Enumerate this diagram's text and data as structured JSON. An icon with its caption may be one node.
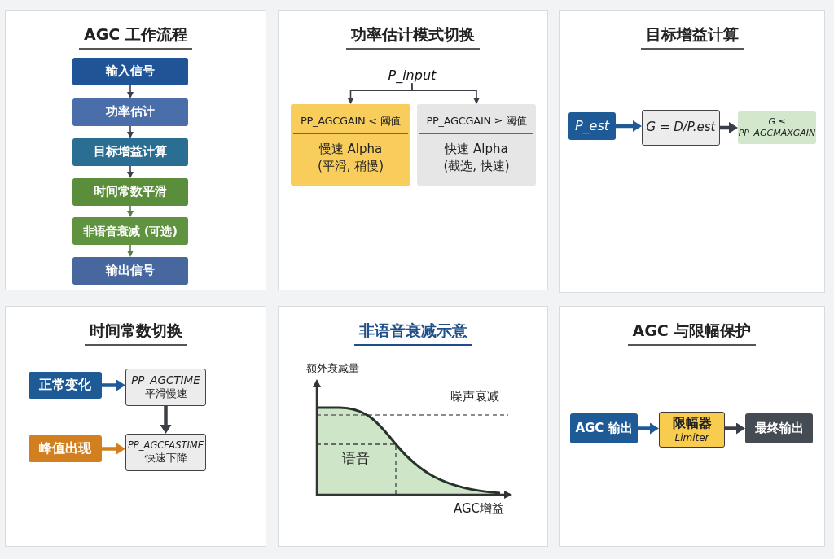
{
  "diagram": {
    "nodes": [
      {
        "text": [
          "AGC 工作流程"
        ]
      },
      {
        "text": [
          "输入信号"
        ],
        "in": 0
      },
      {
        "text": [
          "功率估计"
        ],
        "in": 0
      },
      {
        "text": [
          "目标增益计算"
        ],
        "in": 0
      },
      {
        "text": [
          "时间常数平滑"
        ],
        "in": 0
      },
      {
        "text": [
          "非语音衰减 (可选)"
        ],
        "in": 0
      },
      {
        "text": [
          "输出信号"
        ],
        "in": 0
      },
      {
        "text": [
          "功率估计模式切换"
        ]
      },
      {
        "text": [
          "P_input"
        ],
        "in": 7
      },
      {
        "text": [
          "PP_AGCGAIN < 阈值",
          "慢速 Alpha (平滑, 稍慢)"
        ],
        "in": 7
      },
      {
        "text": [
          "PP_AGCGAIN ≥ 阈值",
          "快速 Alpha (截选, 快速)"
        ],
        "in": 7
      },
      {
        "text": [
          "目标增益计算"
        ]
      },
      {
        "text": [
          "P_est"
        ],
        "in": 11
      },
      {
        "text": [
          "G = D/P.est"
        ],
        "in": 11
      },
      {
        "text": [
          "G ≤ PP_AGCMAXGAIN"
        ],
        "in": 11
      },
      {
        "text": [
          "时间常数切换"
        ]
      },
      {
        "text": [
          "正常变化"
        ],
        "in": 15
      },
      {
        "text": [
          "PP_AGCTIME",
          "平滑慢速"
        ],
        "in": 15
      },
      {
        "text": [
          "峰值出现"
        ],
        "in": 15
      },
      {
        "text": [
          "PP_AGCFASTIME",
          "快速下降"
        ],
        "in": 15
      },
      {
        "text": [
          "非语音衰减示意"
        ]
      },
      {
        "text": [
          "AGC 与限幅保护"
        ]
      },
      {
        "text": [
          "AGC 输出"
        ],
        "in": 21
      },
      {
        "text": [
          "限幅器",
          "Limiter"
        ],
        "in": 21
      },
      {
        "text": [
          "最终输出"
        ],
        "in": 21
      }
    ],
    "edges": [
      {
        "from": 1,
        "to": 2,
        "arrow": "to"
      },
      {
        "from": 2,
        "to": 3,
        "arrow": "to"
      },
      {
        "from": 3,
        "to": 4,
        "arrow": "to"
      },
      {
        "from": 4,
        "to": 5,
        "arrow": "to",
        "color": "#5b7a47"
      },
      {
        "from": 5,
        "to": 6,
        "arrow": "to",
        "color": "#5b7a47"
      },
      {
        "from": 8,
        "to": 9,
        "arrow": "to"
      },
      {
        "from": 8,
        "to": 10,
        "arrow": "to"
      },
      {
        "from": 12,
        "to": 13,
        "arrow": "to",
        "style": "thick",
        "color": "#1f5a96"
      },
      {
        "from": 13,
        "to": 14,
        "arrow": "to",
        "style": "thick"
      },
      {
        "from": 16,
        "to": 17,
        "arrow": "to",
        "style": "thick",
        "color": "#1f5a96"
      },
      {
        "from": 17,
        "to": 19,
        "arrow": "to",
        "style": "thick"
      },
      {
        "from": 18,
        "to": 19,
        "arrow": "to",
        "style": "thick",
        "color": "#d2801f"
      },
      {
        "from": 22,
        "to": 23,
        "arrow": "to",
        "style": "thick",
        "color": "#1f5a96"
      },
      {
        "from": 23,
        "to": 24,
        "arrow": "to",
        "style": "thick"
      }
    ],
    "labels": [
      "额外衰减量",
      "噪声衰减",
      "语音",
      "AGC增益"
    ]
  }
}
